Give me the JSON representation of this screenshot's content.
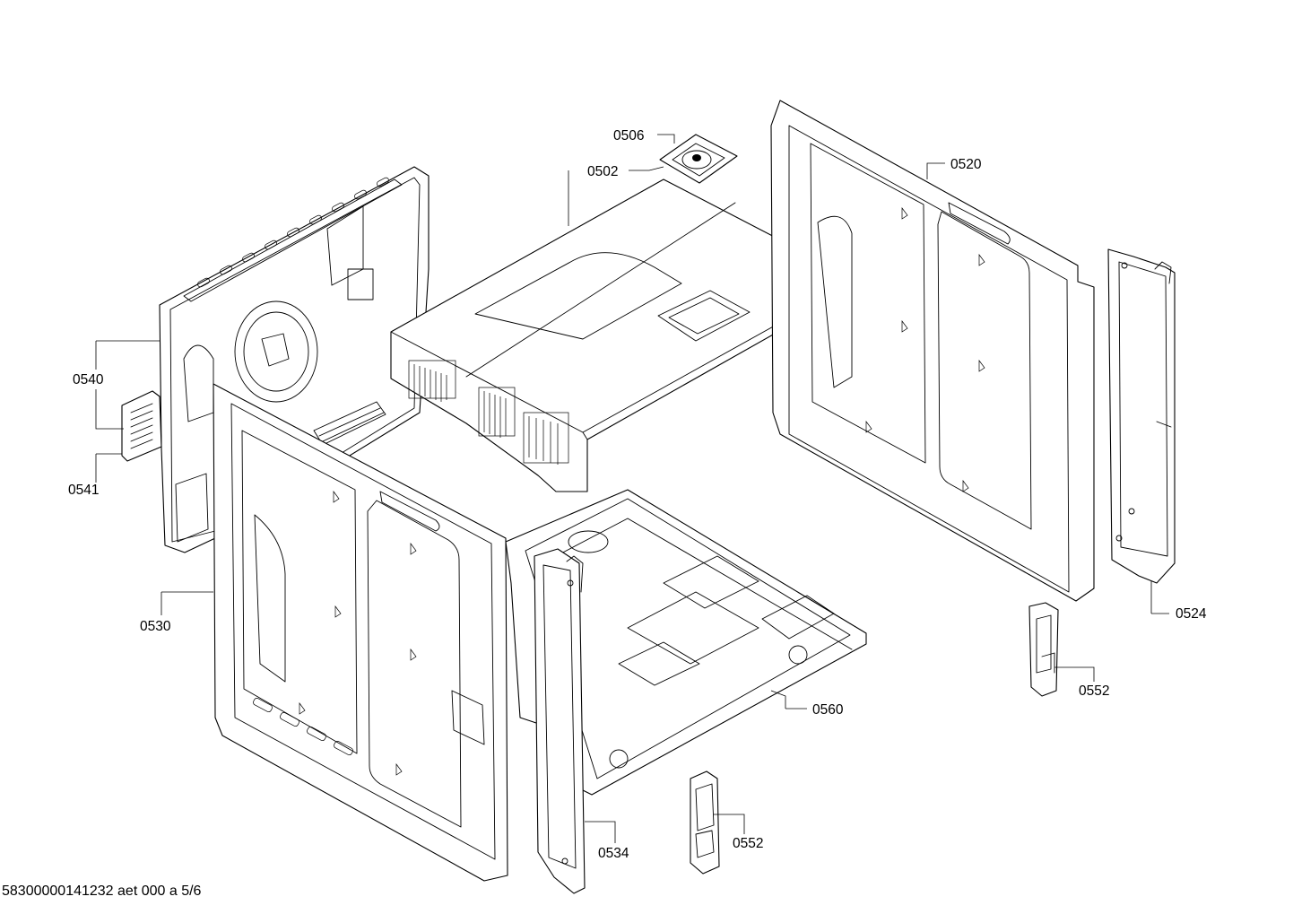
{
  "diagram": {
    "footer": "58300000141232 aet 000 a 5/6",
    "callouts": {
      "c0506": "0506",
      "c0502": "0502",
      "c0520": "0520",
      "c0540": "0540",
      "c0541": "0541",
      "c0524": "0524",
      "c0530": "0530",
      "c0552a": "0552",
      "c0560": "0560",
      "c0534": "0534",
      "c0552b": "0552"
    }
  }
}
